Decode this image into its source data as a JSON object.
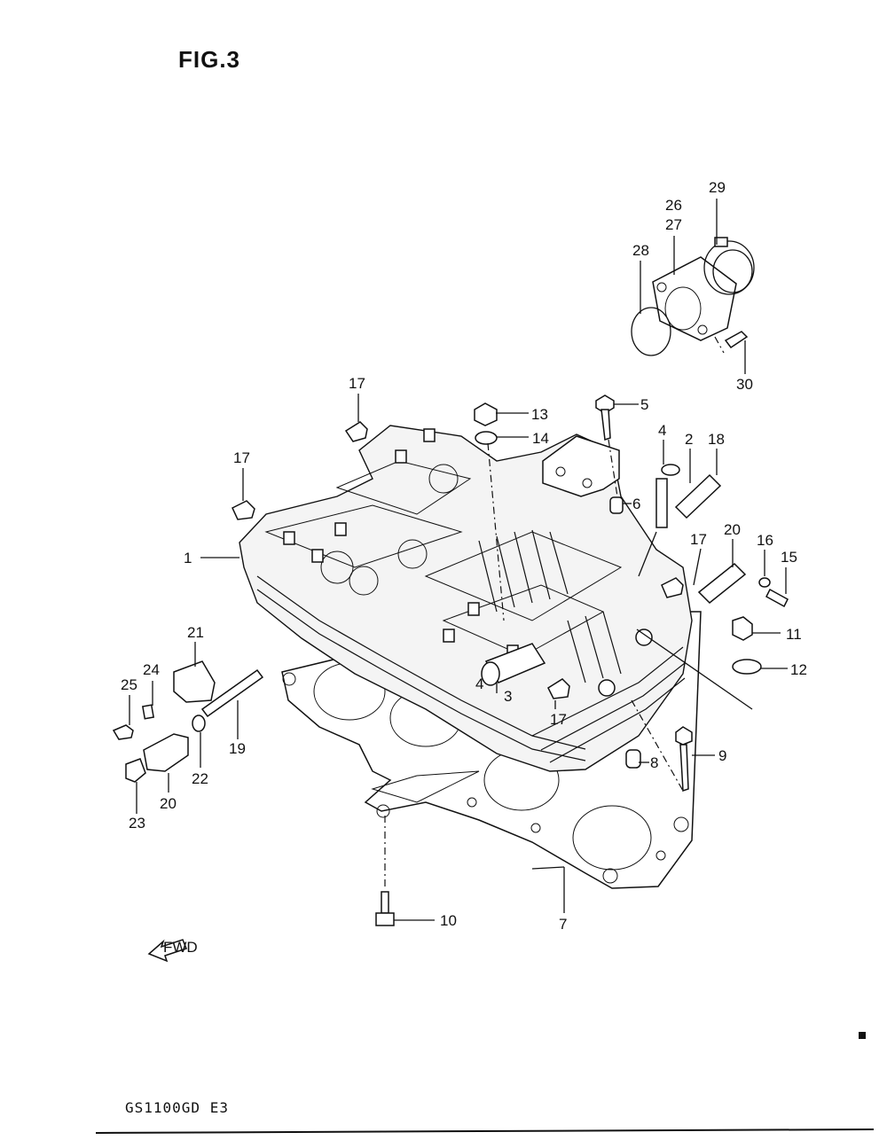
{
  "figure": {
    "title": "FIG.3",
    "model_code": "GS1100GD E3",
    "fwd_label": "FWD"
  },
  "callouts": [
    {
      "id": "c1",
      "label": "1"
    },
    {
      "id": "c2",
      "label": "2"
    },
    {
      "id": "c3",
      "label": "3"
    },
    {
      "id": "c4a",
      "label": "4"
    },
    {
      "id": "c4b",
      "label": "4"
    },
    {
      "id": "c5",
      "label": "5"
    },
    {
      "id": "c6",
      "label": "6"
    },
    {
      "id": "c7",
      "label": "7"
    },
    {
      "id": "c8",
      "label": "8"
    },
    {
      "id": "c9",
      "label": "9"
    },
    {
      "id": "c10",
      "label": "10"
    },
    {
      "id": "c11",
      "label": "11"
    },
    {
      "id": "c12",
      "label": "12"
    },
    {
      "id": "c13",
      "label": "13"
    },
    {
      "id": "c14",
      "label": "14"
    },
    {
      "id": "c15",
      "label": "15"
    },
    {
      "id": "c16",
      "label": "16"
    },
    {
      "id": "c17a",
      "label": "17"
    },
    {
      "id": "c17b",
      "label": "17"
    },
    {
      "id": "c17c",
      "label": "17"
    },
    {
      "id": "c17d",
      "label": "17"
    },
    {
      "id": "c18",
      "label": "18"
    },
    {
      "id": "c19",
      "label": "19"
    },
    {
      "id": "c20a",
      "label": "20"
    },
    {
      "id": "c20b",
      "label": "20"
    },
    {
      "id": "c21",
      "label": "21"
    },
    {
      "id": "c22",
      "label": "22"
    },
    {
      "id": "c23",
      "label": "23"
    },
    {
      "id": "c24",
      "label": "24"
    },
    {
      "id": "c25",
      "label": "25"
    },
    {
      "id": "c26",
      "label": "26"
    },
    {
      "id": "c27",
      "label": "27"
    },
    {
      "id": "c28",
      "label": "28"
    },
    {
      "id": "c29",
      "label": "29"
    },
    {
      "id": "c30",
      "label": "30"
    }
  ]
}
